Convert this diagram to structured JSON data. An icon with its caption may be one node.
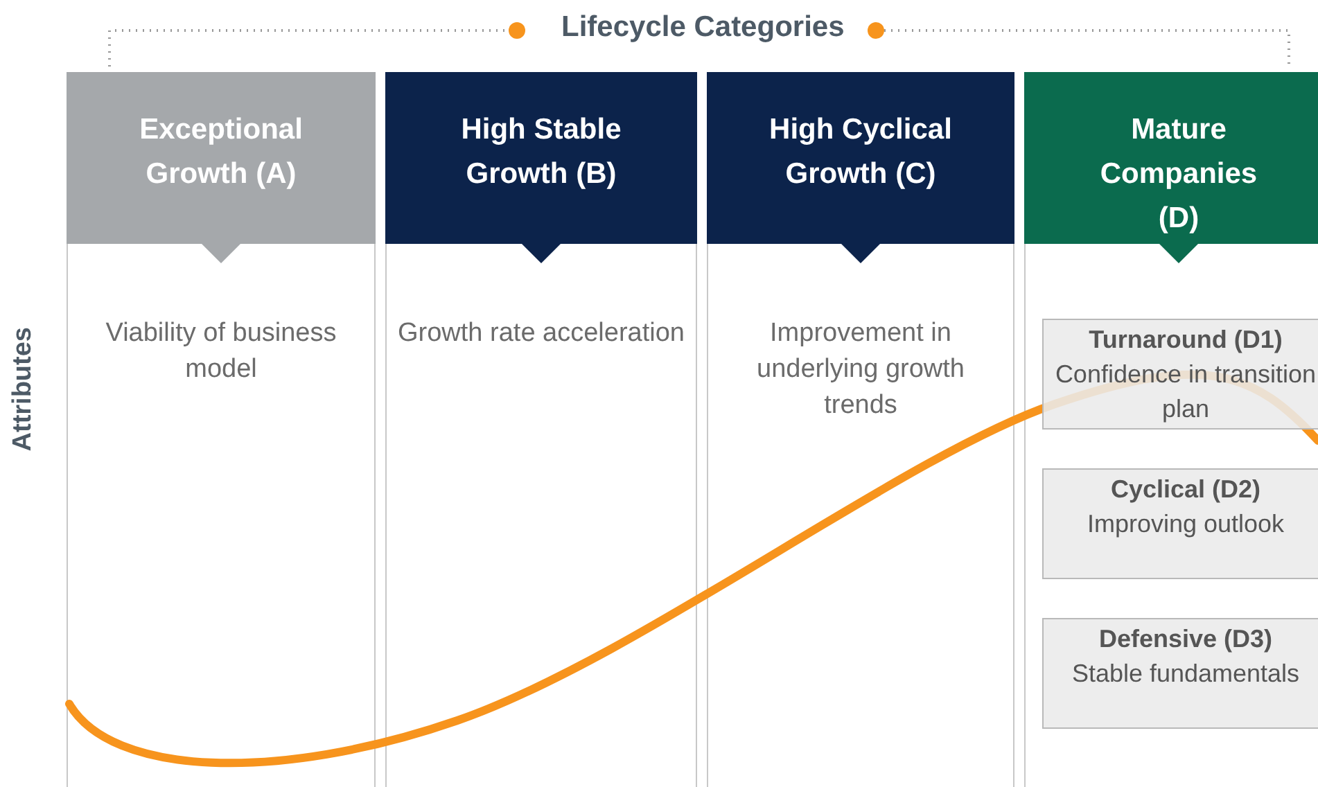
{
  "diagram": {
    "title": "Lifecycle Categories",
    "nodes": [
      {
        "text": [
          "Exceptional Growth (A)",
          "Viability of business model"
        ]
      },
      {
        "text": [
          "High Stable Growth (B)",
          "Growth rate acceleration"
        ]
      },
      {
        "text": [
          "High Cyclical Growth (C)",
          "Improvement in underlying growth trends"
        ]
      },
      {
        "text": [
          "Mature Companies (D)"
        ]
      },
      {
        "text": [
          "Turnaround (D1)",
          "Confidence in transition plan"
        ],
        "in": 3
      },
      {
        "text": [
          "Cyclical (D2)",
          "Improving outlook"
        ],
        "in": 3
      },
      {
        "text": [
          "Defensive (D3)",
          "Stable fundamentals"
        ],
        "in": 3
      }
    ],
    "labels": [
      "Attributes"
    ]
  }
}
